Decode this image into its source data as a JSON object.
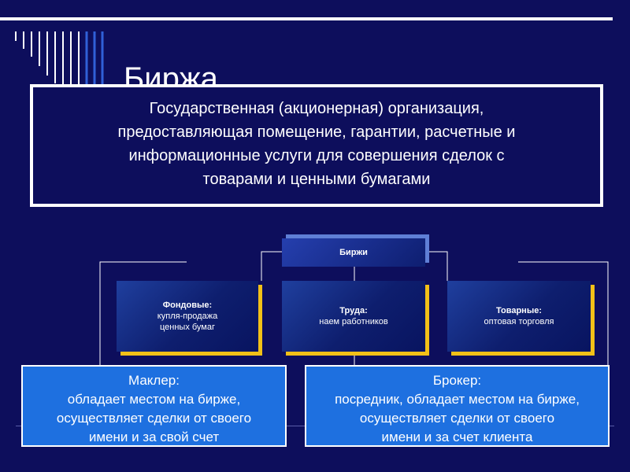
{
  "slide": {
    "title": "Биржа",
    "definition": [
      "Государственная (акционерная) организация,",
      "предоставляющая помещение, гарантии, расчетные и",
      "информационные услуги для совершения сделок с",
      "товарами и ценными бумагами"
    ]
  },
  "diagram": {
    "root": {
      "label": "Биржи"
    },
    "children": [
      {
        "title": "Фондовые:",
        "lines": [
          "купля-продажа",
          "ценных бумаг"
        ]
      },
      {
        "title": "Труда:",
        "lines": [
          "наем работников"
        ]
      },
      {
        "title": "Товарные:",
        "lines": [
          "оптовая торговля"
        ]
      }
    ]
  },
  "callouts": [
    {
      "title": "Маклер:",
      "lines": [
        "обладает местом на бирже,",
        "осуществляет сделки от своего",
        "имени и за свой счет"
      ]
    },
    {
      "title": "Брокер:",
      "lines": [
        "посредник, обладает местом на бирже,",
        "осуществляет сделки от своего",
        "имени и за счет клиента"
      ]
    }
  ],
  "colors": {
    "background": "#0d0e5c",
    "node_shadow": "#f2c018",
    "callout_fill": "#1e70e0",
    "line": "#ffffff"
  }
}
